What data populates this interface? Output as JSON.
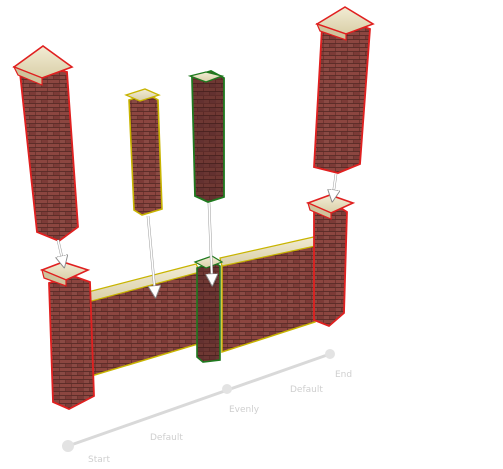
{
  "track": {
    "labels": {
      "start": "Start",
      "default_1": "Default",
      "evenly": "Evenly",
      "default_2": "Default",
      "end": "End"
    }
  },
  "legend_colors": {
    "end_pillar": "#e02020",
    "intermediate_pillar": "#c8b400",
    "center_pillar": "#1f7a1f",
    "wall_outline": "#c8b400",
    "track": "#d9d9d9"
  },
  "icons": {
    "arrow": "arrow-down-icon",
    "handle": "circle-handle-icon"
  }
}
